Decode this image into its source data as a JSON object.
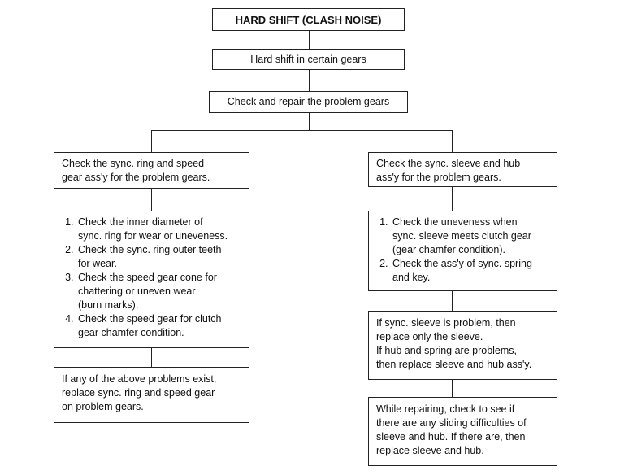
{
  "title": "HARD SHIFT (CLASH NOISE)",
  "symptom": "Hard shift in certain gears",
  "action": "Check and repair the problem gears",
  "left": {
    "header": [
      "Check the sync. ring and speed",
      "gear ass'y for the problem gears."
    ],
    "checks": [
      "Check the inner diameter of\nsync. ring for wear or uneveness.",
      "Check the sync. ring outer teeth\nfor wear.",
      "Check the speed gear cone for\nchattering or uneven wear\n(burn marks).",
      "Check the speed gear for clutch\ngear chamfer condition."
    ],
    "remedy": [
      "If any of the above problems exist,",
      "replace sync. ring and speed gear",
      "on problem gears."
    ]
  },
  "right": {
    "header": [
      "Check the sync. sleeve and hub",
      "ass'y for the problem gears."
    ],
    "checks": [
      "Check the uneveness when\nsync. sleeve meets clutch gear\n(gear chamfer condition).",
      "Check the ass'y of sync.  spring\nand key."
    ],
    "remedy": [
      "If sync. sleeve is problem, then",
      "replace only the sleeve.",
      "If hub and spring are problems,",
      "then replace sleeve and hub ass'y."
    ],
    "note": [
      "While repairing, check to see if",
      "there are any sliding difficulties of",
      "sleeve and hub. If there are, then",
      "replace sleeve and hub."
    ]
  }
}
